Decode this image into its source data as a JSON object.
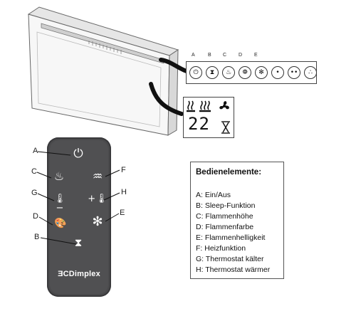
{
  "control_strip": {
    "letters": [
      "A",
      "B",
      "C",
      "D",
      "E"
    ],
    "buttons": [
      "⏻",
      "⧗",
      "♨",
      "❁",
      "✻",
      "•",
      "••",
      "∴"
    ]
  },
  "display_panel": {
    "temperature": "22",
    "icons": [
      "heat-low-icon",
      "heat-high-icon",
      "fan-icon",
      "timer-icon"
    ]
  },
  "remote": {
    "brand": "ƎCDimplex",
    "callouts": [
      "A",
      "C",
      "F",
      "G",
      "H",
      "D",
      "E",
      "B"
    ],
    "buttons": {
      "power": "⏻",
      "flame": "♨",
      "heat": "♒",
      "temp_down": "🌡−",
      "temp_up": "+🌡",
      "color": "🎨",
      "brightness": "✻",
      "sleep": "⧗"
    }
  },
  "legend": {
    "title": "Bedienelemente:",
    "items": [
      "A: Ein/Aus",
      "B: Sleep-Funktion",
      "C: Flammenhöhe",
      "D: Flammenfarbe",
      "E: Flammenhelligkeit",
      "F: Heizfunktion",
      "G: Thermostat kälter",
      "H: Thermostat wärmer"
    ]
  },
  "colors": {
    "remote_body": "#4a4a4c",
    "appliance_face": "#f7f7f7",
    "outline": "#555555"
  }
}
